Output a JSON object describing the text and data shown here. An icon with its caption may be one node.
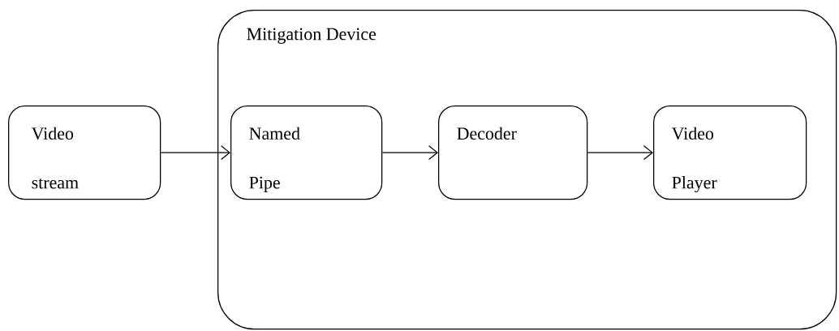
{
  "diagram": {
    "nodes": [
      {
        "text": [
          "Mitigation Device"
        ]
      },
      {
        "text": [
          "Video stream"
        ]
      },
      {
        "text": [
          "Named Pipe"
        ],
        "in": 0
      },
      {
        "text": [
          "Decoder"
        ],
        "in": 0
      },
      {
        "text": [
          "Video Player"
        ],
        "in": 0
      }
    ],
    "edges": [
      {
        "from": 1,
        "to": 2,
        "arrow": "to"
      },
      {
        "from": 2,
        "to": 3,
        "arrow": "to"
      },
      {
        "from": 3,
        "to": 4,
        "arrow": "to"
      }
    ]
  }
}
